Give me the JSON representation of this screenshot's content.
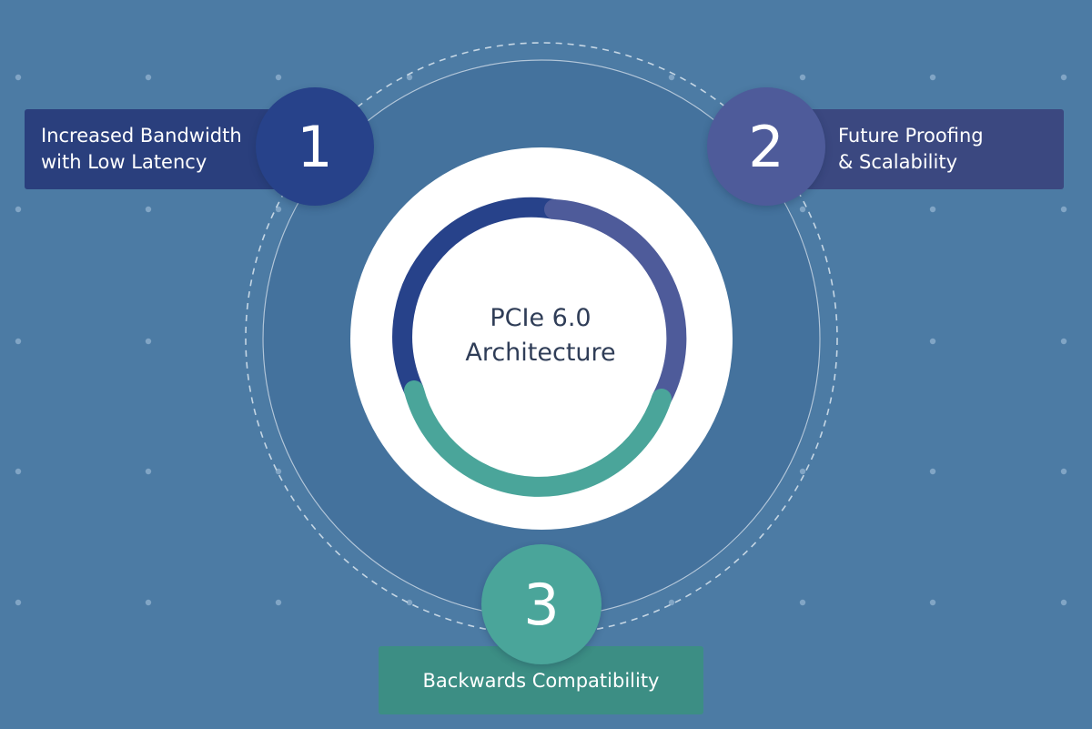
{
  "center": {
    "line1": "PCIe 6.0",
    "line2": "Architecture"
  },
  "features": [
    {
      "number": "1",
      "line1": "Increased Bandwidth",
      "line2": "with Low Latency",
      "color": "#27428a",
      "label_color": "#2a3f7d"
    },
    {
      "number": "2",
      "line1": "Future Proofing",
      "line2": "& Scalability",
      "color": "#4e5b9a",
      "label_color": "#3b4880"
    },
    {
      "number": "3",
      "line1": "Backwards Compatibility",
      "line2": "",
      "color": "#4aa59a",
      "label_color": "#3c8e84"
    }
  ],
  "colors": {
    "background": "#4c7ba4",
    "outer_disc": "#44729d",
    "center_disc": "#ffffff",
    "center_text": "#2f3d57"
  }
}
